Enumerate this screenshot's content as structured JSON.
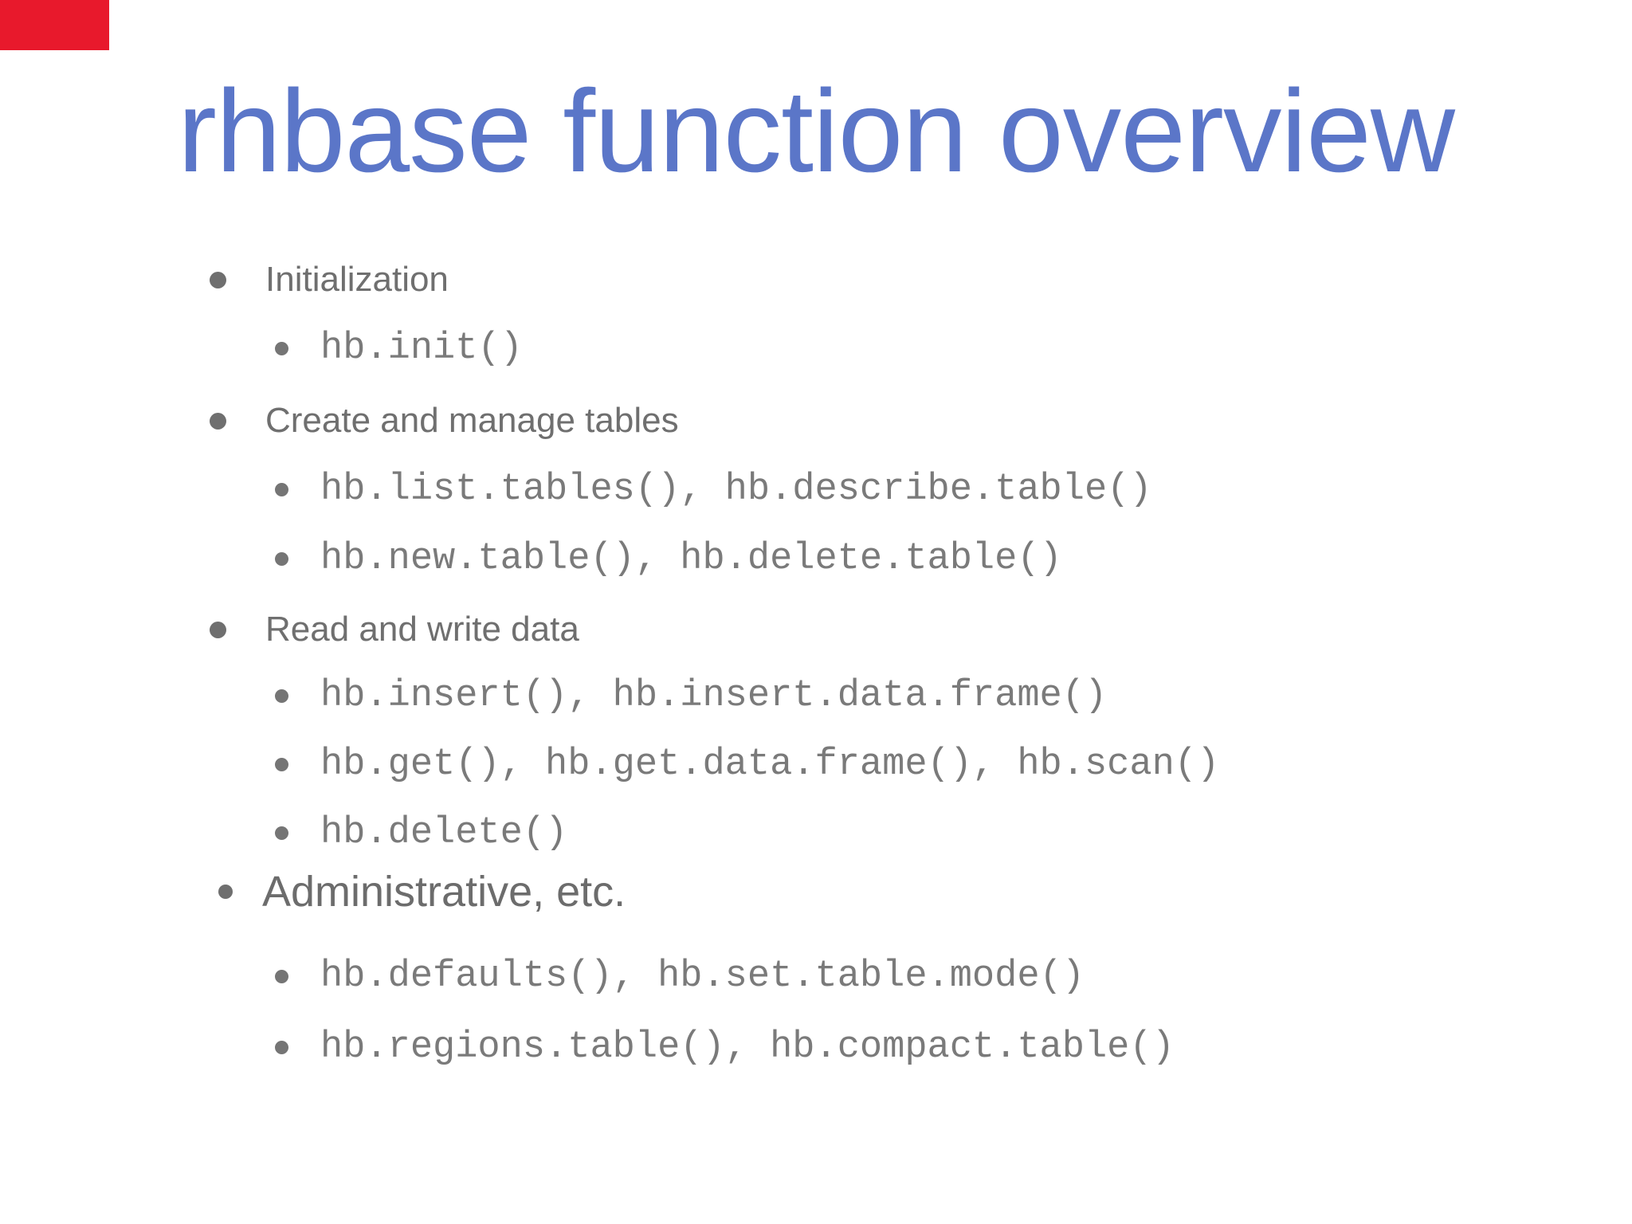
{
  "title": "rhbase function overview",
  "colors": {
    "title_blue": "#5b76c8",
    "bullet_text_gray": "#6f6f6f",
    "code_text_gray": "#7a7a7a",
    "corner_marker_red": "#e8192c",
    "background": "#ffffff"
  },
  "sections": [
    {
      "label": "Initialization",
      "items": [
        "hb.init()"
      ]
    },
    {
      "label": "Create and manage tables",
      "items": [
        "hb.list.tables(), hb.describe.table()",
        "hb.new.table(), hb.delete.table()"
      ]
    },
    {
      "label": "Read and write data",
      "items": [
        "hb.insert(), hb.insert.data.frame()",
        "hb.get(), hb.get.data.frame(), hb.scan()",
        "hb.delete()"
      ]
    },
    {
      "label": "Administrative, etc.",
      "items": [
        "hb.defaults(), hb.set.table.mode()",
        "hb.regions.table(), hb.compact.table()"
      ]
    }
  ]
}
